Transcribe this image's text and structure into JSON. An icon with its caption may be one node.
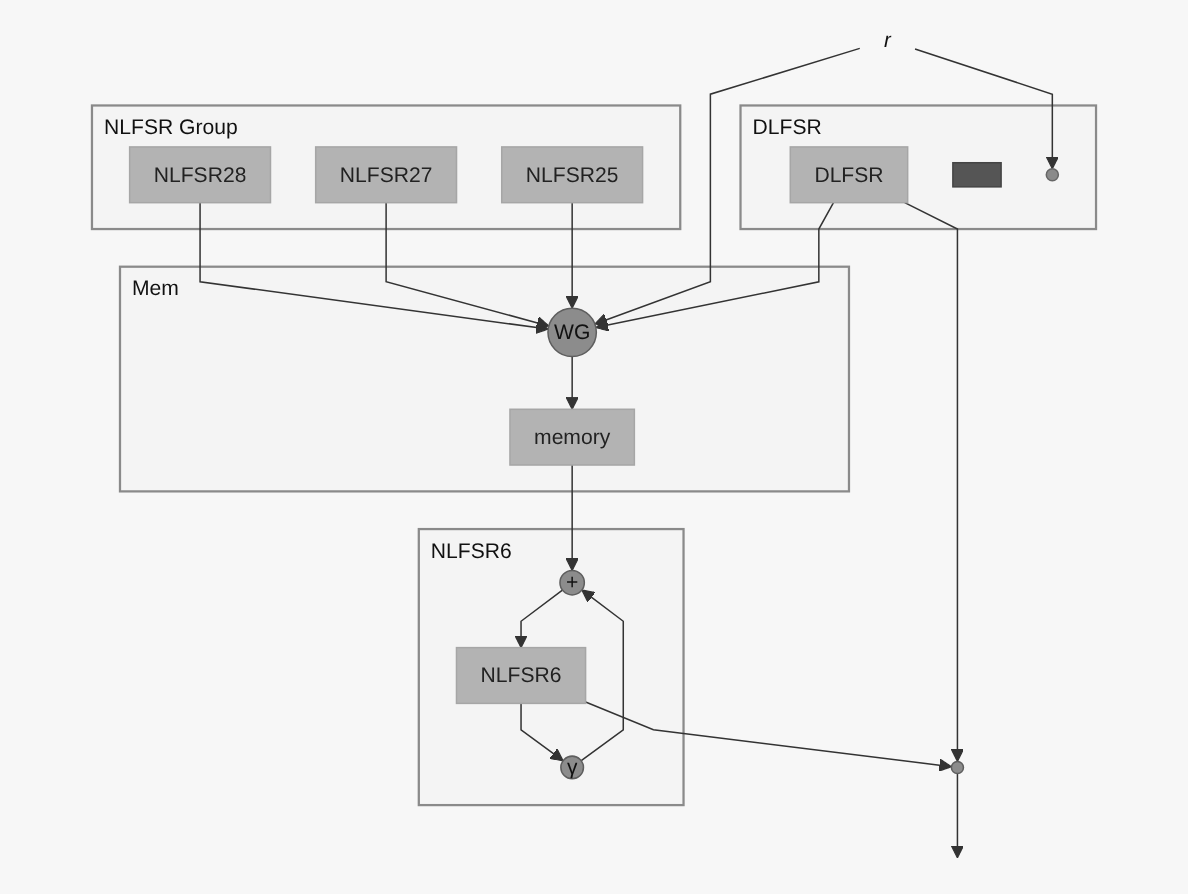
{
  "diagram": {
    "nodes": [
      {
        "text": [
          "NLFSR Group"
        ]
      },
      {
        "text": [
          "NLFSR28"
        ],
        "in": 0
      },
      {
        "text": [
          "NLFSR27"
        ],
        "in": 0
      },
      {
        "text": [
          "NLFSR25"
        ],
        "in": 0
      },
      {
        "text": [
          "r"
        ]
      },
      {
        "text": [
          "Mem"
        ]
      },
      {
        "text": [
          "WG"
        ],
        "in": 5
      },
      {
        "text": [
          "memory"
        ],
        "in": 5
      },
      {
        "text": [
          "NLFSR6"
        ]
      },
      {
        "text": [
          "+"
        ],
        "in": 8
      },
      {
        "text": [
          "γ"
        ],
        "in": 8
      },
      {
        "text": [
          "NLFSR6"
        ],
        "in": 8
      },
      {
        "text": [
          "DLFSR"
        ]
      },
      {
        "text": [
          "DLFSR"
        ],
        "in": 12
      },
      {
        "text": [],
        "shape": "bar",
        "in": 12
      },
      {
        "text": [],
        "shape": "circle",
        "in": 12
      },
      {
        "text": [],
        "shape": "circle"
      }
    ],
    "edges": [
      {
        "from": 1,
        "to": 6,
        "arrow": "to"
      },
      {
        "from": 2,
        "to": 6,
        "arrow": "to"
      },
      {
        "from": 3,
        "to": 6,
        "arrow": "to"
      },
      {
        "from": 4,
        "to": 6,
        "arrow": "to"
      },
      {
        "from": 13,
        "to": 6,
        "arrow": "to"
      },
      {
        "from": 6,
        "to": 7,
        "arrow": "to"
      },
      {
        "from": 7,
        "to": 9,
        "arrow": "to"
      },
      {
        "from": 10,
        "to": 9,
        "arrow": "to"
      },
      {
        "from": 9,
        "to": 11,
        "arrow": "to"
      },
      {
        "from": 11,
        "to": 10,
        "arrow": "to"
      },
      {
        "from": 11,
        "to": 16,
        "arrow": "to"
      },
      {
        "from": 13,
        "to": 16,
        "arrow": "to"
      },
      {
        "from": 16,
        "to": null,
        "arrow": "to"
      },
      {
        "from": 4,
        "to": 15,
        "arrow": "to"
      }
    ]
  }
}
